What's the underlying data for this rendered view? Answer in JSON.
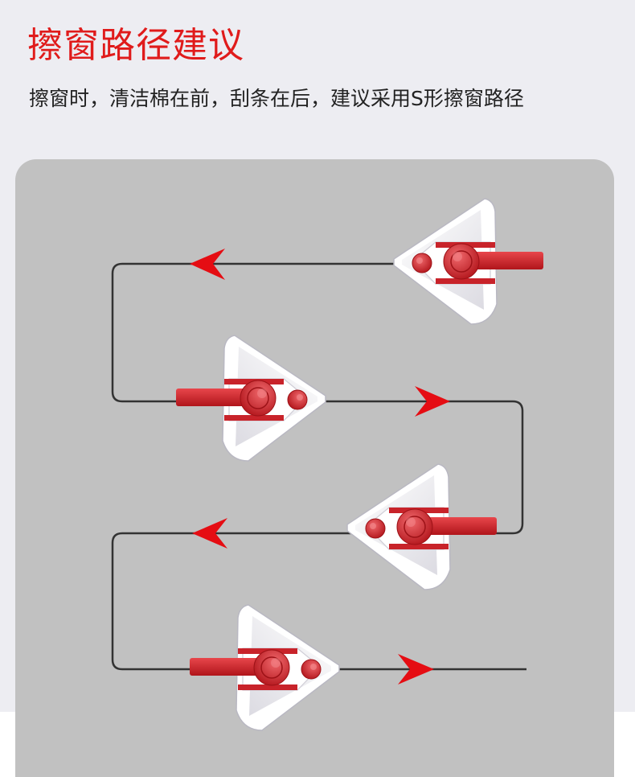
{
  "header": {
    "title": "擦窗路径建议",
    "subtitle": "擦窗时，清洁棉在前，刮条在后，建议采用S形擦窗路径"
  },
  "colors": {
    "title": "#e01b1b",
    "path_line": "#333333",
    "arrow": "#e50d13",
    "panel": "#c1c1c1",
    "page_band": "#ededf2",
    "wiper_red": "#c81e24",
    "wiper_body": "#f3f2f6"
  },
  "diagram": {
    "path": "s-shaped",
    "wipers": [
      {
        "name": "wiper-row-1",
        "facing": "left"
      },
      {
        "name": "wiper-row-2",
        "facing": "right"
      },
      {
        "name": "wiper-row-3",
        "facing": "left"
      },
      {
        "name": "wiper-row-4",
        "facing": "right"
      }
    ],
    "arrows": [
      {
        "row": 1,
        "direction": "left"
      },
      {
        "row": 2,
        "direction": "right"
      },
      {
        "row": 3,
        "direction": "left"
      },
      {
        "row": 4,
        "direction": "right"
      }
    ],
    "arrow_icon": "triangle-arrow-icon"
  }
}
